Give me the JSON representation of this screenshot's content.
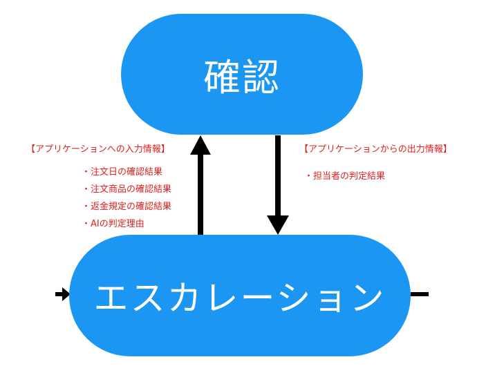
{
  "nodes": {
    "confirm": "確認",
    "escalation": "エスカレーション"
  },
  "input_info": {
    "heading": "【アプリケーションへの入力情報】",
    "items": [
      "・注文日の確認結果",
      "・注文商品の確認結果",
      "・返金規定の確認結果",
      "・AIの判定理由"
    ]
  },
  "output_info": {
    "heading": "【アプリケーションからの出力情報】",
    "items": [
      "・担当者の判定結果"
    ]
  },
  "colors": {
    "node_fill": "#1b96f3",
    "node_text": "#ffffff",
    "annotation_text": "#e0201d",
    "arrow": "#000000"
  }
}
